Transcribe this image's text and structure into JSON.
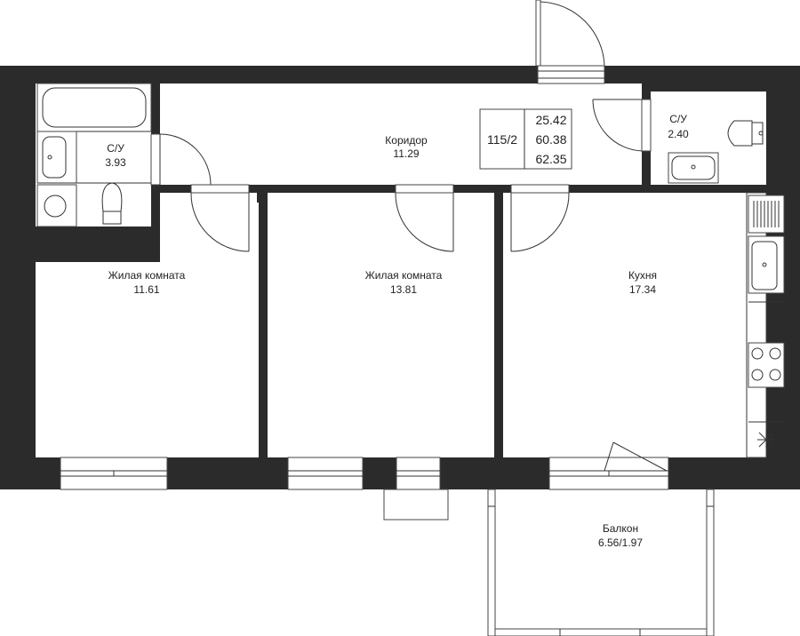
{
  "apartment": {
    "number": "115/2",
    "areas": [
      "25.42",
      "60.38",
      "62.35"
    ]
  },
  "rooms": {
    "bathroom_left": {
      "name": "С/У",
      "area": "3.93"
    },
    "bathroom_right": {
      "name": "С/У",
      "area": "2.40"
    },
    "corridor": {
      "name": "Коридор",
      "area": "11.29"
    },
    "living_room_1": {
      "name": "Жилая комната",
      "area": "11.61"
    },
    "living_room_2": {
      "name": "Жилая комната",
      "area": "13.81"
    },
    "kitchen": {
      "name": "Кухня",
      "area": "17.34"
    },
    "balcony": {
      "name": "Балкон",
      "area": "6.56/1.97"
    }
  },
  "colors": {
    "wall": "#2b2b2b",
    "line": "#333333",
    "background": "#ffffff"
  }
}
